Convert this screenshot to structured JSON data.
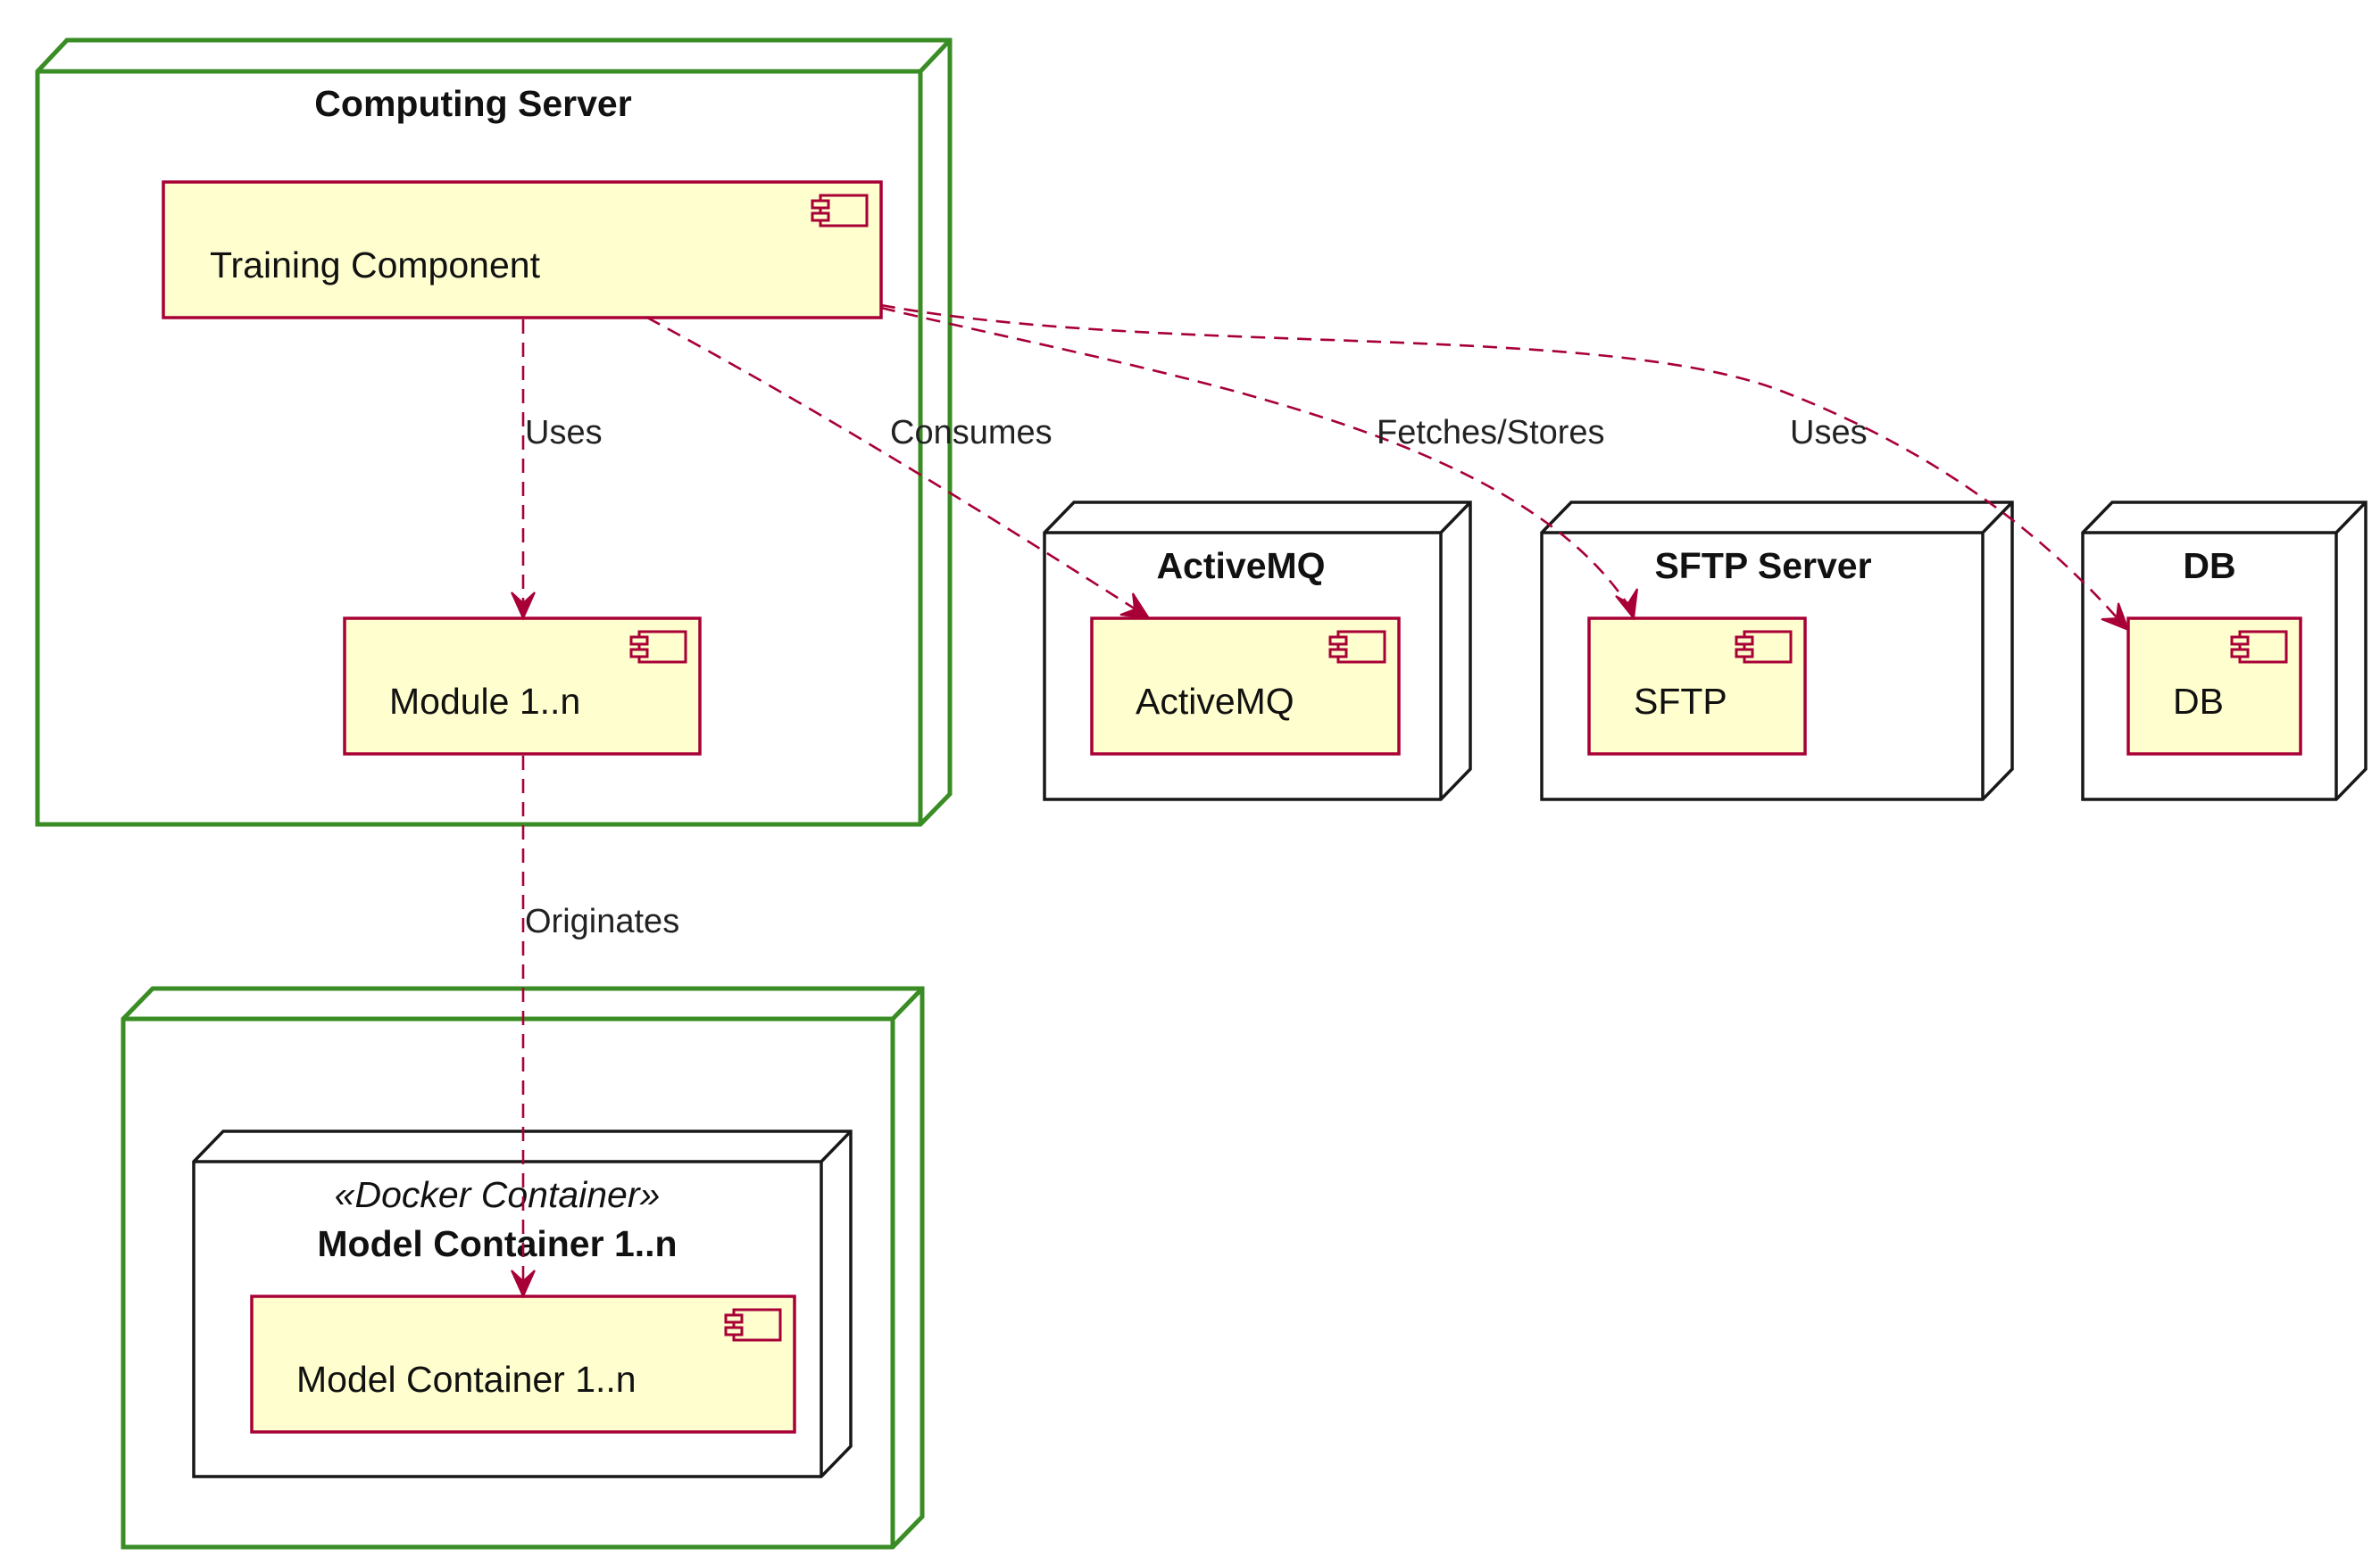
{
  "colors": {
    "component_fill": "#fefece",
    "component_border": "#a80036",
    "node_green_border": "#3a8c25",
    "node_black_border": "#181818",
    "edge": "#a80036"
  },
  "nodes": {
    "computing_server": "Computing Server",
    "activemq": "ActiveMQ",
    "sftp_server": "SFTP Server",
    "db": "DB",
    "docker_stereotype": "«Docker Container»",
    "model_container_node": "Model Container 1..n"
  },
  "components": {
    "training": "Training Component",
    "module": "Module 1..n",
    "activemq": "ActiveMQ",
    "sftp": "SFTP",
    "db": "DB",
    "model_container": "Model Container 1..n"
  },
  "edges": {
    "uses_module": "Uses",
    "consumes": "Consumes",
    "fetches_stores": "Fetches/Stores",
    "uses_db": "Uses",
    "originates": "Originates"
  },
  "icons": {
    "component": "uml-component-icon"
  }
}
